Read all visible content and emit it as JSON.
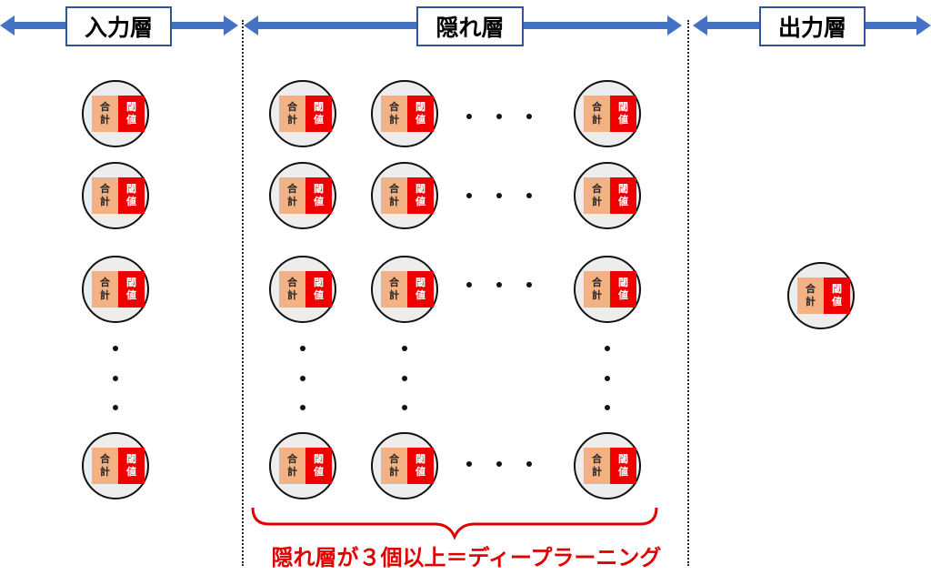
{
  "layers": {
    "input": "入力層",
    "hidden": "隠れ層",
    "output": "出力層"
  },
  "neuron": {
    "sum_label": [
      "合",
      "計"
    ],
    "threshold_label": [
      "閾",
      "値"
    ]
  },
  "caption": "隠れ層が３個以上＝ディープラーニング",
  "colors": {
    "arrow": "#4472c4",
    "sum_cell": "#f4b183",
    "threshold_cell": "#ee0000",
    "caption": "#e00000"
  }
}
